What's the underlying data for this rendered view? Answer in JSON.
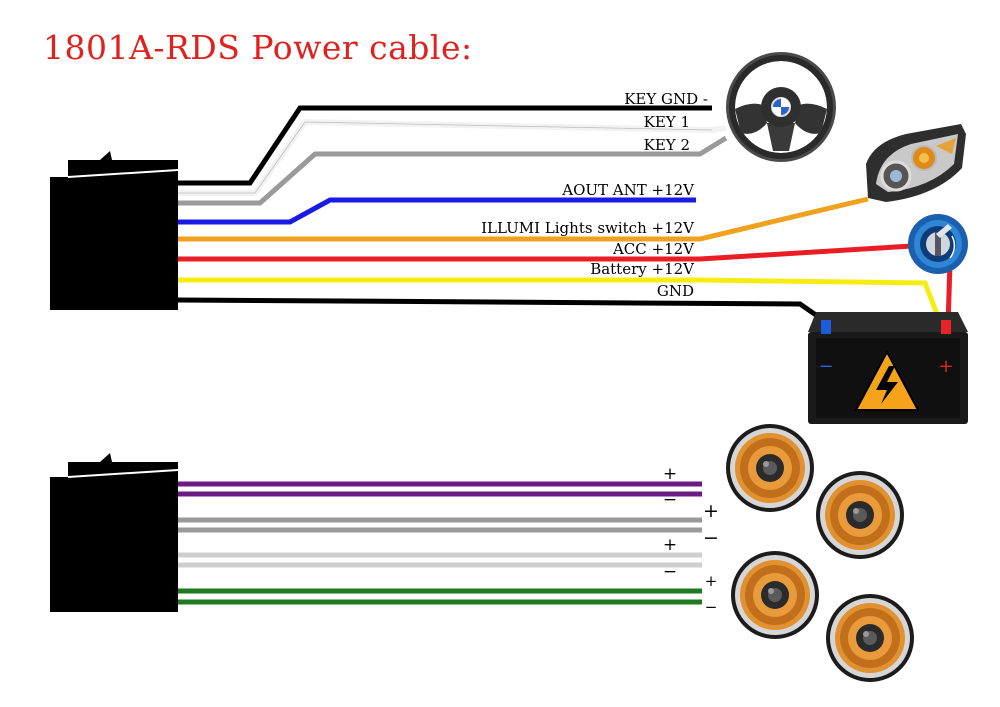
{
  "title": "1801A-RDS Power cable:",
  "colors": {
    "title": "#e0211d",
    "black": "#000000",
    "white": "#f2f2f2",
    "gray": "#9a9a9a",
    "blue": "#1a1ae6",
    "orange": "#f0a21e",
    "red": "#ea1c24",
    "yellow": "#f7ec12",
    "purple": "#6a1b86",
    "light_gray": "#cfcfcf",
    "green": "#1d7a1f"
  },
  "power_wires": [
    {
      "label": "KEY GND -",
      "color": "black"
    },
    {
      "label": "KEY 1",
      "color": "white"
    },
    {
      "label": "KEY 2",
      "color": "gray"
    },
    {
      "label": "AOUT ANT +12V",
      "color": "blue"
    },
    {
      "label": "ILLUMI Lights switch +12V",
      "color": "orange"
    },
    {
      "label": "ACC +12V",
      "color": "red"
    },
    {
      "label": "Battery +12V",
      "color": "yellow"
    },
    {
      "label": "GND",
      "color": "black"
    }
  ],
  "speaker_wires": [
    {
      "color": "purple",
      "polarity": "+"
    },
    {
      "color": "purple",
      "polarity": "−"
    },
    {
      "color": "gray",
      "polarity": "+"
    },
    {
      "color": "gray",
      "polarity": "−"
    },
    {
      "color": "light_gray",
      "polarity": "+"
    },
    {
      "color": "light_gray",
      "polarity": "−"
    },
    {
      "color": "green",
      "polarity": "+"
    },
    {
      "color": "green",
      "polarity": "−"
    }
  ],
  "battery": {
    "neg_symbol": "−",
    "pos_symbol": "+"
  },
  "icons": [
    "steering-wheel-icon",
    "headlight-icon",
    "ignition-key-icon",
    "car-battery-icon",
    "speaker-icon"
  ]
}
